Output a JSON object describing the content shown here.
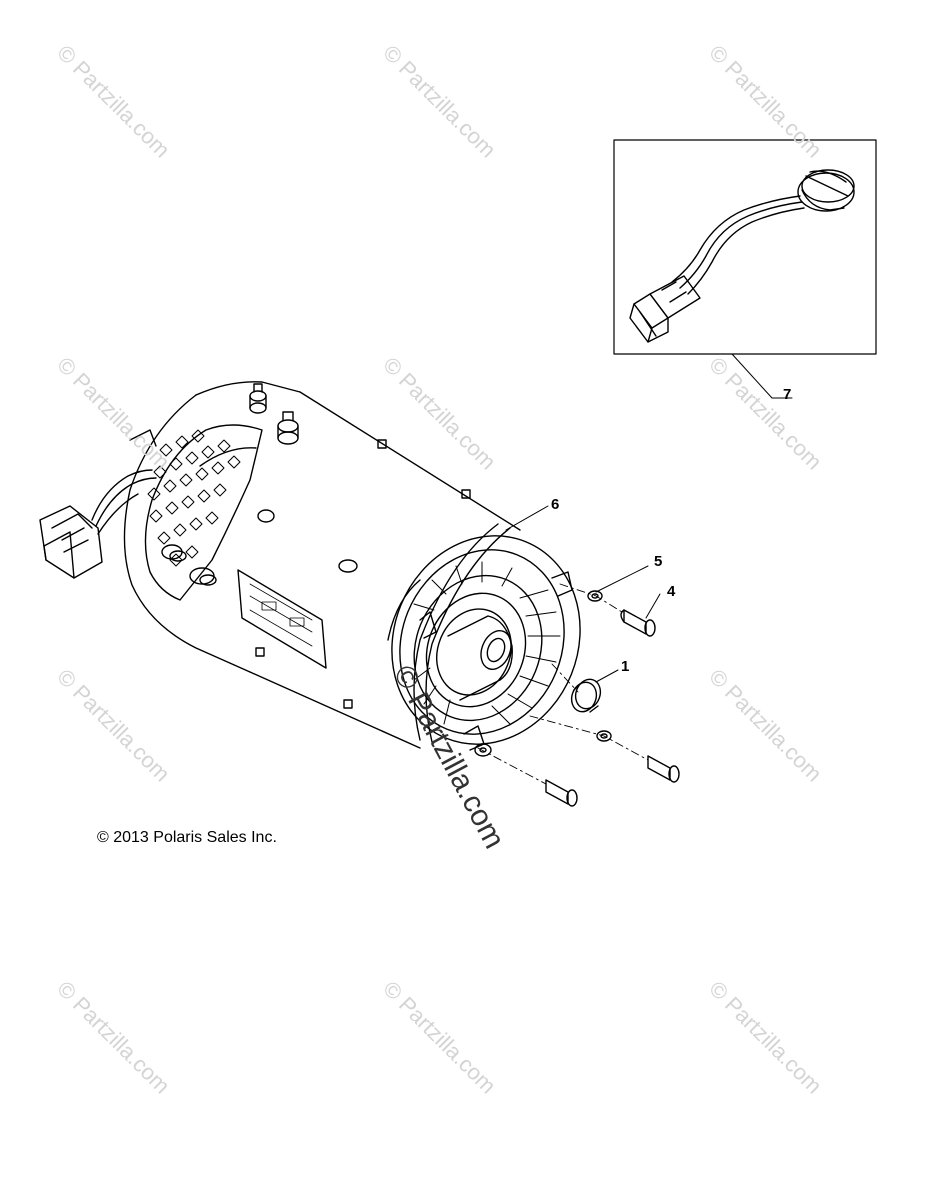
{
  "copyright": "© 2013 Polaris Sales Inc.",
  "watermark": "© Partzilla.com",
  "callouts": {
    "c1": "1",
    "c4": "4",
    "c5": "5",
    "c6": "6",
    "c7": "7"
  }
}
